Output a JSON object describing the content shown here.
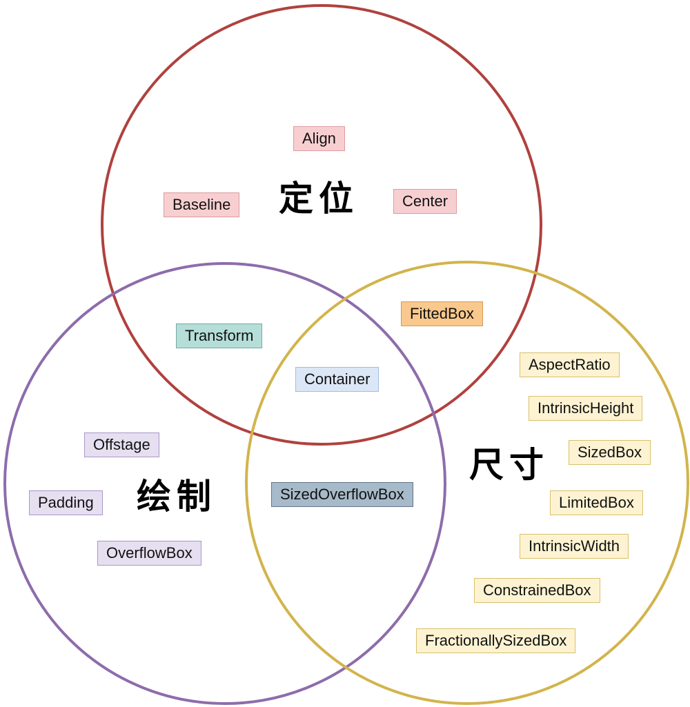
{
  "circles": [
    {
      "id": "positioning",
      "label": "定位",
      "stroke": "#b0413e"
    },
    {
      "id": "painting",
      "label": "绘制",
      "stroke": "#8d6cab"
    },
    {
      "id": "sizing",
      "label": "尺寸",
      "stroke": "#d2b44c"
    }
  ],
  "nodes": [
    {
      "label": "Align",
      "regions": [
        "positioning"
      ]
    },
    {
      "label": "Baseline",
      "regions": [
        "positioning"
      ]
    },
    {
      "label": "Center",
      "regions": [
        "positioning"
      ]
    },
    {
      "label": "Transform",
      "regions": [
        "positioning",
        "painting"
      ]
    },
    {
      "label": "FittedBox",
      "regions": [
        "positioning",
        "sizing"
      ]
    },
    {
      "label": "Container",
      "regions": [
        "positioning",
        "painting",
        "sizing"
      ]
    },
    {
      "label": "SizedOverflowBox",
      "regions": [
        "painting",
        "sizing"
      ]
    },
    {
      "label": "Offstage",
      "regions": [
        "painting"
      ]
    },
    {
      "label": "Padding",
      "regions": [
        "painting"
      ]
    },
    {
      "label": "OverflowBox",
      "regions": [
        "painting"
      ]
    },
    {
      "label": "AspectRatio",
      "regions": [
        "sizing"
      ]
    },
    {
      "label": "IntrinsicHeight",
      "regions": [
        "sizing"
      ]
    },
    {
      "label": "SizedBox",
      "regions": [
        "sizing"
      ]
    },
    {
      "label": "LimitedBox",
      "regions": [
        "sizing"
      ]
    },
    {
      "label": "IntrinsicWidth",
      "regions": [
        "sizing"
      ]
    },
    {
      "label": "ConstrainedBox",
      "regions": [
        "sizing"
      ]
    },
    {
      "label": "FractionallySizedBox",
      "regions": [
        "sizing"
      ]
    }
  ],
  "palette": {
    "positioning_box": {
      "bg": "#f8cfd1",
      "border": "#dc9ba0"
    },
    "painting_box": {
      "bg": "#e5dff0",
      "border": "#ab96c9"
    },
    "sizing_box": {
      "bg": "#fdf3d2",
      "border": "#d8c069"
    },
    "positioning_painting_box": {
      "bg": "#b5ded8",
      "border": "#74aaa2"
    },
    "positioning_sizing_box": {
      "bg": "#f9c88c",
      "border": "#d69a52"
    },
    "painting_sizing_box": {
      "bg": "#a7bac9",
      "border": "#617487"
    },
    "all_three_box": {
      "bg": "#dbe7f6",
      "border": "#a3bbdd"
    }
  }
}
